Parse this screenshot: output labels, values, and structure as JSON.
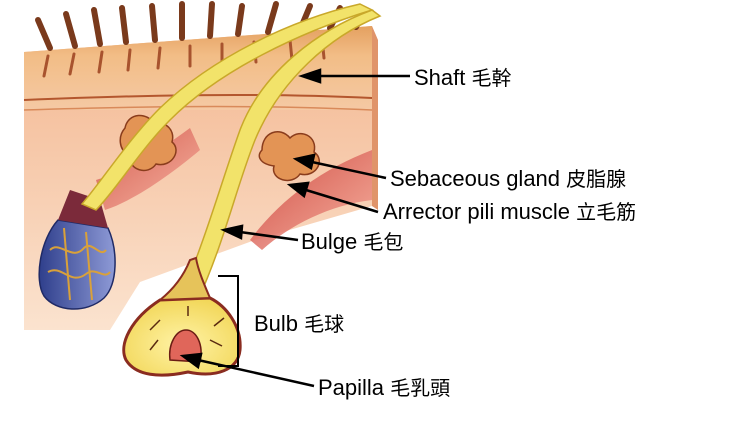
{
  "labels": {
    "shaft": {
      "en": "Shaft",
      "zh": "毛幹"
    },
    "sebaceous_gland": {
      "en": "Sebaceous gland",
      "zh": "皮脂腺"
    },
    "arrector_pili": {
      "en": "Arrector pili muscle",
      "zh": "立毛筋"
    },
    "bulge": {
      "en": "Bulge",
      "zh": "毛包"
    },
    "bulb": {
      "en": "Bulb",
      "zh": "毛球"
    },
    "papilla": {
      "en": "Papilla",
      "zh": "毛乳頭"
    }
  },
  "colors": {
    "skin_top": "#e9a866",
    "skin_mid": "#f4c08e",
    "dermis": "#f3b896",
    "shaft": "#f2e36a",
    "muscle": "#d9534a",
    "gland": "#d98a4e",
    "vein": "#4a5ea8",
    "arrow": "#000000"
  }
}
